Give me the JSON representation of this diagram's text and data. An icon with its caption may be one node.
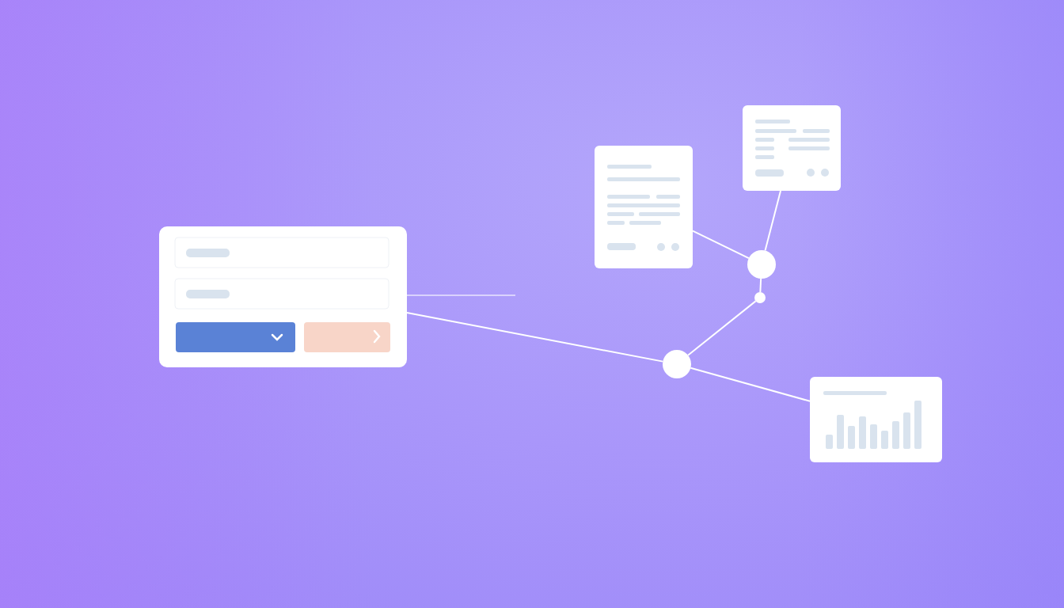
{
  "diagram": {
    "nodes": [
      {
        "text": [],
        "shape": "box"
      },
      {
        "text": [],
        "shape": "box"
      },
      {
        "text": [],
        "shape": "box"
      },
      {
        "text": [],
        "shape": "circle"
      },
      {
        "text": [],
        "shape": "circle"
      },
      {
        "text": [],
        "shape": "circle"
      },
      {
        "text": [],
        "shape": "box"
      }
    ],
    "edges": [
      {
        "from": 0,
        "to": null,
        "arrow": "none"
      },
      {
        "from": 0,
        "to": 5,
        "arrow": "none"
      },
      {
        "from": 5,
        "to": 6,
        "arrow": "none"
      },
      {
        "from": 5,
        "to": 4,
        "arrow": "none"
      },
      {
        "from": 4,
        "to": 3,
        "arrow": "none"
      },
      {
        "from": 1,
        "to": 3,
        "arrow": "none"
      },
      {
        "from": 2,
        "to": 3,
        "arrow": "none"
      }
    ]
  }
}
